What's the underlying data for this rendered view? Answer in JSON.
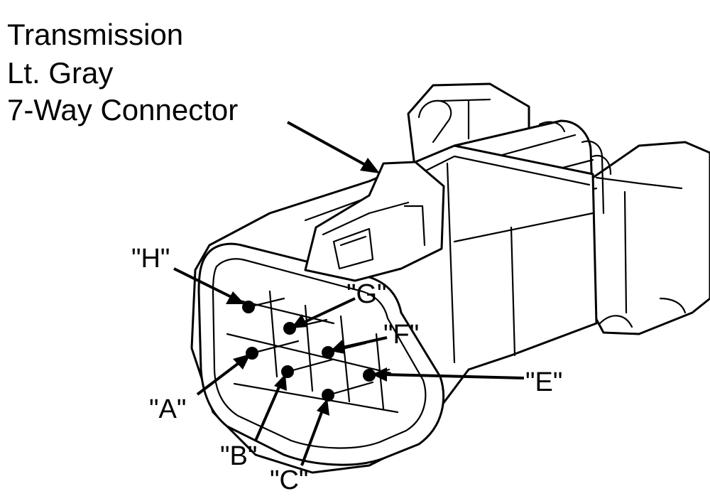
{
  "title": {
    "line1": "Transmission",
    "line2": "Lt. Gray",
    "line3": "7-Way Connector"
  },
  "pins": {
    "h": "\"H\"",
    "g": "\"G\"",
    "f": "\"F\"",
    "e": "\"E\"",
    "a": "\"A\"",
    "b": "\"B\"",
    "c": "\"C\""
  },
  "colors": {
    "line": "#000000",
    "background": "#ffffff"
  }
}
